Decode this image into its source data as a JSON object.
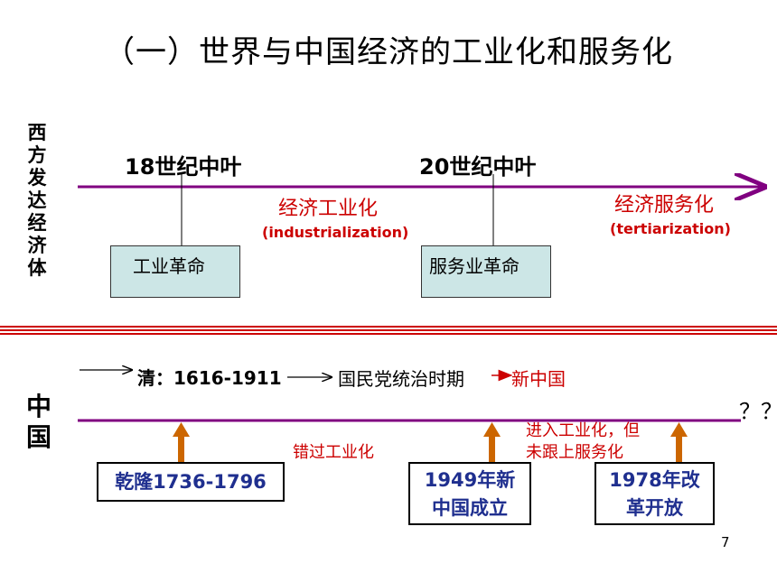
{
  "title": "（一）世界与中国经济的工业化和服务化",
  "west": {
    "label": "西方发达经济体",
    "era1": "18世纪中叶",
    "era2": "20世纪中叶",
    "industrialization": "经济工业化",
    "industrialization_en": "(industrialization)",
    "tertiarization": "经济服务化",
    "tertiarization_en": "(tertiarization)",
    "box1": "工业革命",
    "box2": "服务业革命"
  },
  "china": {
    "label": "中国",
    "qing": "清：1616-1911",
    "kmt": "国民党统治时期",
    "new_china": "新中国",
    "question": "？？",
    "missed": "错过工业化",
    "entered_line1": "进入工业化，但",
    "entered_line2": "未跟上服务化",
    "box1": "乾隆1736-1796",
    "box2_line1": "1949年新",
    "box2_line2": "中国成立",
    "box3_line1": "1978年改",
    "box3_line2": "革开放"
  },
  "page_number": "7",
  "colors": {
    "timeline": "#800080",
    "red_text": "#cc0000",
    "separator": "#cc0000",
    "arrow_up": "#cc6600",
    "box_fill": "#cce6e6",
    "box_text": "#1f2f8f"
  }
}
